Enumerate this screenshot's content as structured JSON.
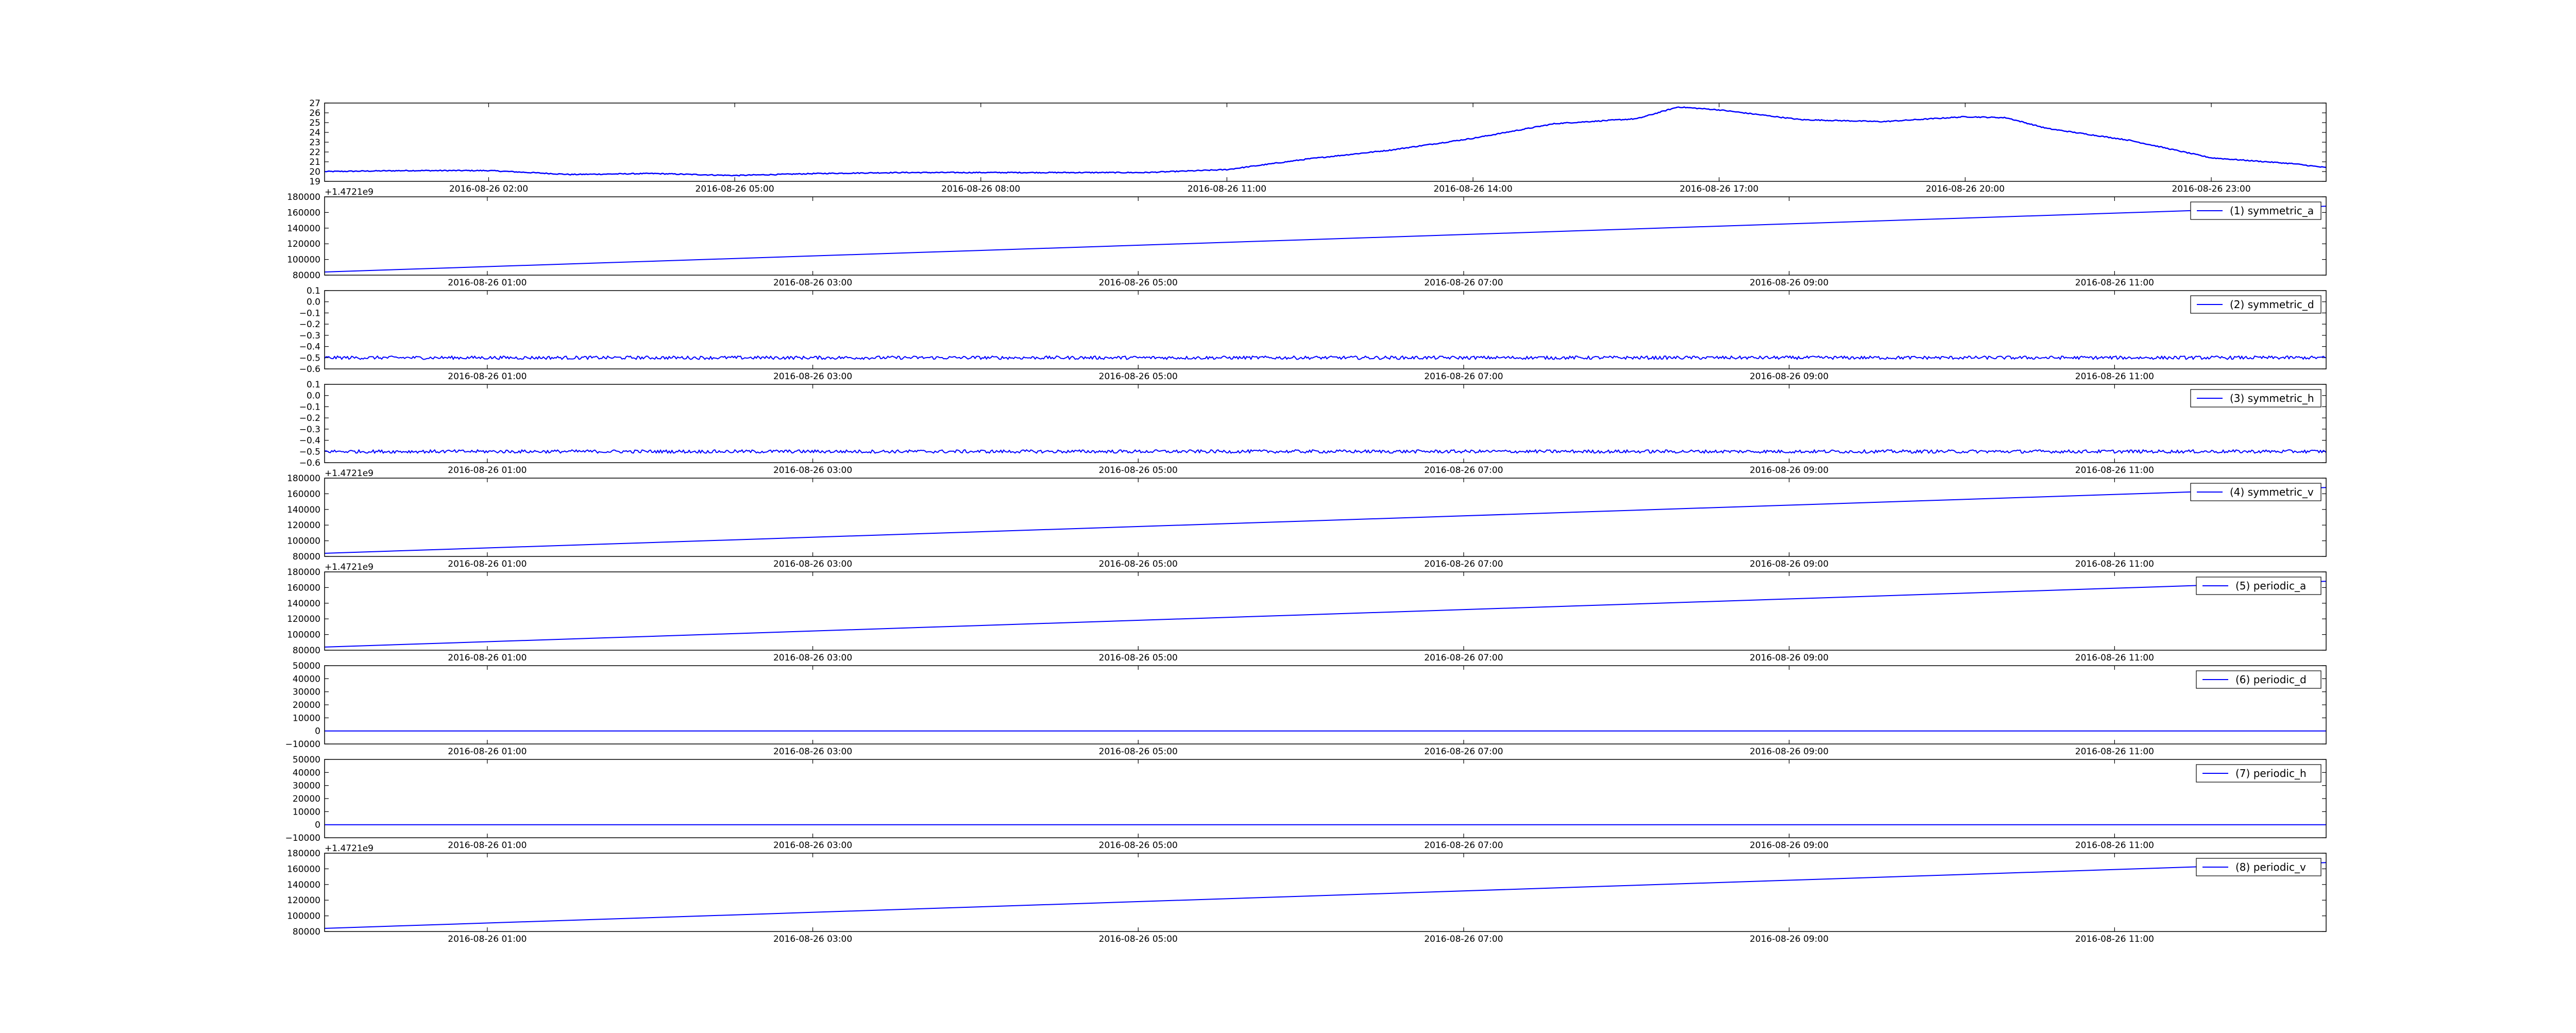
{
  "colors": {
    "line": "#0000ff",
    "axes": "#000000",
    "background": "#ffffff"
  },
  "chart_data": [
    {
      "type": "line",
      "name": "temperature-panel",
      "ylim": [
        19,
        27
      ],
      "yticks": [
        "19",
        "20",
        "21",
        "22",
        "23",
        "24",
        "25",
        "26",
        "27"
      ],
      "offset_label": "",
      "xlim": [
        0,
        24.4
      ],
      "xticks": [
        {
          "x": 2,
          "label": "2016-08-26 02:00"
        },
        {
          "x": 5,
          "label": "2016-08-26 05:00"
        },
        {
          "x": 8,
          "label": "2016-08-26 08:00"
        },
        {
          "x": 11,
          "label": "2016-08-26 11:00"
        },
        {
          "x": 14,
          "label": "2016-08-26 14:00"
        },
        {
          "x": 17,
          "label": "2016-08-26 17:00"
        },
        {
          "x": 20,
          "label": "2016-08-26 20:00"
        },
        {
          "x": 23,
          "label": "2016-08-26 23:00"
        }
      ],
      "x": [
        0,
        1,
        2,
        3,
        4,
        5,
        6,
        7,
        8,
        9,
        10,
        11,
        12,
        13,
        14,
        15,
        16,
        16.5,
        17,
        18,
        19,
        20,
        20.5,
        21,
        22,
        23,
        24,
        24.4
      ],
      "values": [
        20.0,
        20.1,
        20.1,
        19.7,
        19.8,
        19.6,
        19.8,
        19.9,
        19.9,
        19.9,
        19.9,
        20.2,
        21.3,
        22.2,
        23.4,
        24.9,
        25.4,
        26.6,
        26.3,
        25.3,
        25.1,
        25.6,
        25.5,
        24.4,
        23.2,
        21.4,
        20.8,
        20.4
      ],
      "noise": 0.05
    },
    {
      "type": "line",
      "name": "symmetric-a-panel",
      "legend": "(1) symmetric_a",
      "legend_loc": "top-right",
      "ylim": [
        80000,
        180000
      ],
      "yticks": [
        "80000",
        "100000",
        "120000",
        "140000",
        "160000",
        "180000"
      ],
      "offset_label": "+1.4721e9",
      "xlim": [
        0,
        12.3
      ],
      "xticks": [
        {
          "x": 1,
          "label": "2016-08-26 01:00"
        },
        {
          "x": 3,
          "label": "2016-08-26 03:00"
        },
        {
          "x": 5,
          "label": "2016-08-26 05:00"
        },
        {
          "x": 7,
          "label": "2016-08-26 07:00"
        },
        {
          "x": 9,
          "label": "2016-08-26 09:00"
        },
        {
          "x": 11,
          "label": "2016-08-26 11:00"
        }
      ],
      "x": [
        0,
        12.3
      ],
      "values": [
        84000,
        168000
      ],
      "noise": 0
    },
    {
      "type": "line",
      "name": "symmetric-d-panel",
      "legend": "(2) symmetric_d",
      "legend_loc": "top-right",
      "ylim": [
        -0.6,
        0.1
      ],
      "yticks": [
        "−0.6",
        "−0.5",
        "−0.4",
        "−0.3",
        "−0.2",
        "−0.1",
        "0.0",
        "0.1"
      ],
      "offset_label": "",
      "xlim": [
        0,
        12.3
      ],
      "xticks": [
        {
          "x": 1,
          "label": "2016-08-26 01:00"
        },
        {
          "x": 3,
          "label": "2016-08-26 03:00"
        },
        {
          "x": 5,
          "label": "2016-08-26 05:00"
        },
        {
          "x": 7,
          "label": "2016-08-26 07:00"
        },
        {
          "x": 9,
          "label": "2016-08-26 09:00"
        },
        {
          "x": 11,
          "label": "2016-08-26 11:00"
        }
      ],
      "x": [
        0,
        12.3
      ],
      "values": [
        -0.5,
        -0.5
      ],
      "noise": 0.015
    },
    {
      "type": "line",
      "name": "symmetric-h-panel",
      "legend": "(3) symmetric_h",
      "legend_loc": "top-right",
      "ylim": [
        -0.6,
        0.1
      ],
      "yticks": [
        "−0.6",
        "−0.5",
        "−0.4",
        "−0.3",
        "−0.2",
        "−0.1",
        "0.0",
        "0.1"
      ],
      "offset_label": "",
      "xlim": [
        0,
        12.3
      ],
      "xticks": [
        {
          "x": 1,
          "label": "2016-08-26 01:00"
        },
        {
          "x": 3,
          "label": "2016-08-26 03:00"
        },
        {
          "x": 5,
          "label": "2016-08-26 05:00"
        },
        {
          "x": 7,
          "label": "2016-08-26 07:00"
        },
        {
          "x": 9,
          "label": "2016-08-26 09:00"
        },
        {
          "x": 11,
          "label": "2016-08-26 11:00"
        }
      ],
      "x": [
        0,
        12.3
      ],
      "values": [
        -0.5,
        -0.5
      ],
      "noise": 0.015
    },
    {
      "type": "line",
      "name": "symmetric-v-panel",
      "legend": "(4) symmetric_v",
      "legend_loc": "top-right",
      "ylim": [
        80000,
        180000
      ],
      "yticks": [
        "80000",
        "100000",
        "120000",
        "140000",
        "160000",
        "180000"
      ],
      "offset_label": "+1.4721e9",
      "xlim": [
        0,
        12.3
      ],
      "xticks": [
        {
          "x": 1,
          "label": "2016-08-26 01:00"
        },
        {
          "x": 3,
          "label": "2016-08-26 03:00"
        },
        {
          "x": 5,
          "label": "2016-08-26 05:00"
        },
        {
          "x": 7,
          "label": "2016-08-26 07:00"
        },
        {
          "x": 9,
          "label": "2016-08-26 09:00"
        },
        {
          "x": 11,
          "label": "2016-08-26 11:00"
        }
      ],
      "x": [
        0,
        12.3
      ],
      "values": [
        84000,
        168000
      ],
      "noise": 0
    },
    {
      "type": "line",
      "name": "periodic-a-panel",
      "legend": "(5) periodic_a",
      "legend_loc": "top-right",
      "ylim": [
        80000,
        180000
      ],
      "yticks": [
        "80000",
        "100000",
        "120000",
        "140000",
        "160000",
        "180000"
      ],
      "offset_label": "+1.4721e9",
      "xlim": [
        0,
        12.3
      ],
      "xticks": [
        {
          "x": 1,
          "label": "2016-08-26 01:00"
        },
        {
          "x": 3,
          "label": "2016-08-26 03:00"
        },
        {
          "x": 5,
          "label": "2016-08-26 05:00"
        },
        {
          "x": 7,
          "label": "2016-08-26 07:00"
        },
        {
          "x": 9,
          "label": "2016-08-26 09:00"
        },
        {
          "x": 11,
          "label": "2016-08-26 11:00"
        }
      ],
      "x": [
        0,
        12.3
      ],
      "values": [
        84000,
        168000
      ],
      "noise": 0
    },
    {
      "type": "line",
      "name": "periodic-d-panel",
      "legend": "(6) periodic_d",
      "legend_loc": "top-right",
      "ylim": [
        -10000,
        50000
      ],
      "yticks": [
        "−10000",
        "0",
        "10000",
        "20000",
        "30000",
        "40000",
        "50000"
      ],
      "offset_label": "",
      "xlim": [
        0,
        12.3
      ],
      "xticks": [
        {
          "x": 1,
          "label": "2016-08-26 01:00"
        },
        {
          "x": 3,
          "label": "2016-08-26 03:00"
        },
        {
          "x": 5,
          "label": "2016-08-26 05:00"
        },
        {
          "x": 7,
          "label": "2016-08-26 07:00"
        },
        {
          "x": 9,
          "label": "2016-08-26 09:00"
        },
        {
          "x": 11,
          "label": "2016-08-26 11:00"
        }
      ],
      "x": [
        0,
        12.3
      ],
      "values": [
        0,
        0
      ],
      "noise": 0
    },
    {
      "type": "line",
      "name": "periodic-h-panel",
      "legend": "(7) periodic_h",
      "legend_loc": "top-right",
      "ylim": [
        -10000,
        50000
      ],
      "yticks": [
        "−10000",
        "0",
        "10000",
        "20000",
        "30000",
        "40000",
        "50000"
      ],
      "offset_label": "",
      "xlim": [
        0,
        12.3
      ],
      "xticks": [
        {
          "x": 1,
          "label": "2016-08-26 01:00"
        },
        {
          "x": 3,
          "label": "2016-08-26 03:00"
        },
        {
          "x": 5,
          "label": "2016-08-26 05:00"
        },
        {
          "x": 7,
          "label": "2016-08-26 07:00"
        },
        {
          "x": 9,
          "label": "2016-08-26 09:00"
        },
        {
          "x": 11,
          "label": "2016-08-26 11:00"
        }
      ],
      "x": [
        0,
        12.3
      ],
      "values": [
        0,
        0
      ],
      "noise": 0
    },
    {
      "type": "line",
      "name": "periodic-v-panel",
      "legend": "(8) periodic_v",
      "legend_loc": "top-right",
      "ylim": [
        80000,
        180000
      ],
      "yticks": [
        "80000",
        "100000",
        "120000",
        "140000",
        "160000",
        "180000"
      ],
      "offset_label": "+1.4721e9",
      "xlim": [
        0,
        12.3
      ],
      "xticks": [
        {
          "x": 1,
          "label": "2016-08-26 01:00"
        },
        {
          "x": 3,
          "label": "2016-08-26 03:00"
        },
        {
          "x": 5,
          "label": "2016-08-26 05:00"
        },
        {
          "x": 7,
          "label": "2016-08-26 07:00"
        },
        {
          "x": 9,
          "label": "2016-08-26 09:00"
        },
        {
          "x": 11,
          "label": "2016-08-26 11:00"
        }
      ],
      "x": [
        0,
        12.3
      ],
      "values": [
        84000,
        168000
      ],
      "noise": 0
    }
  ]
}
